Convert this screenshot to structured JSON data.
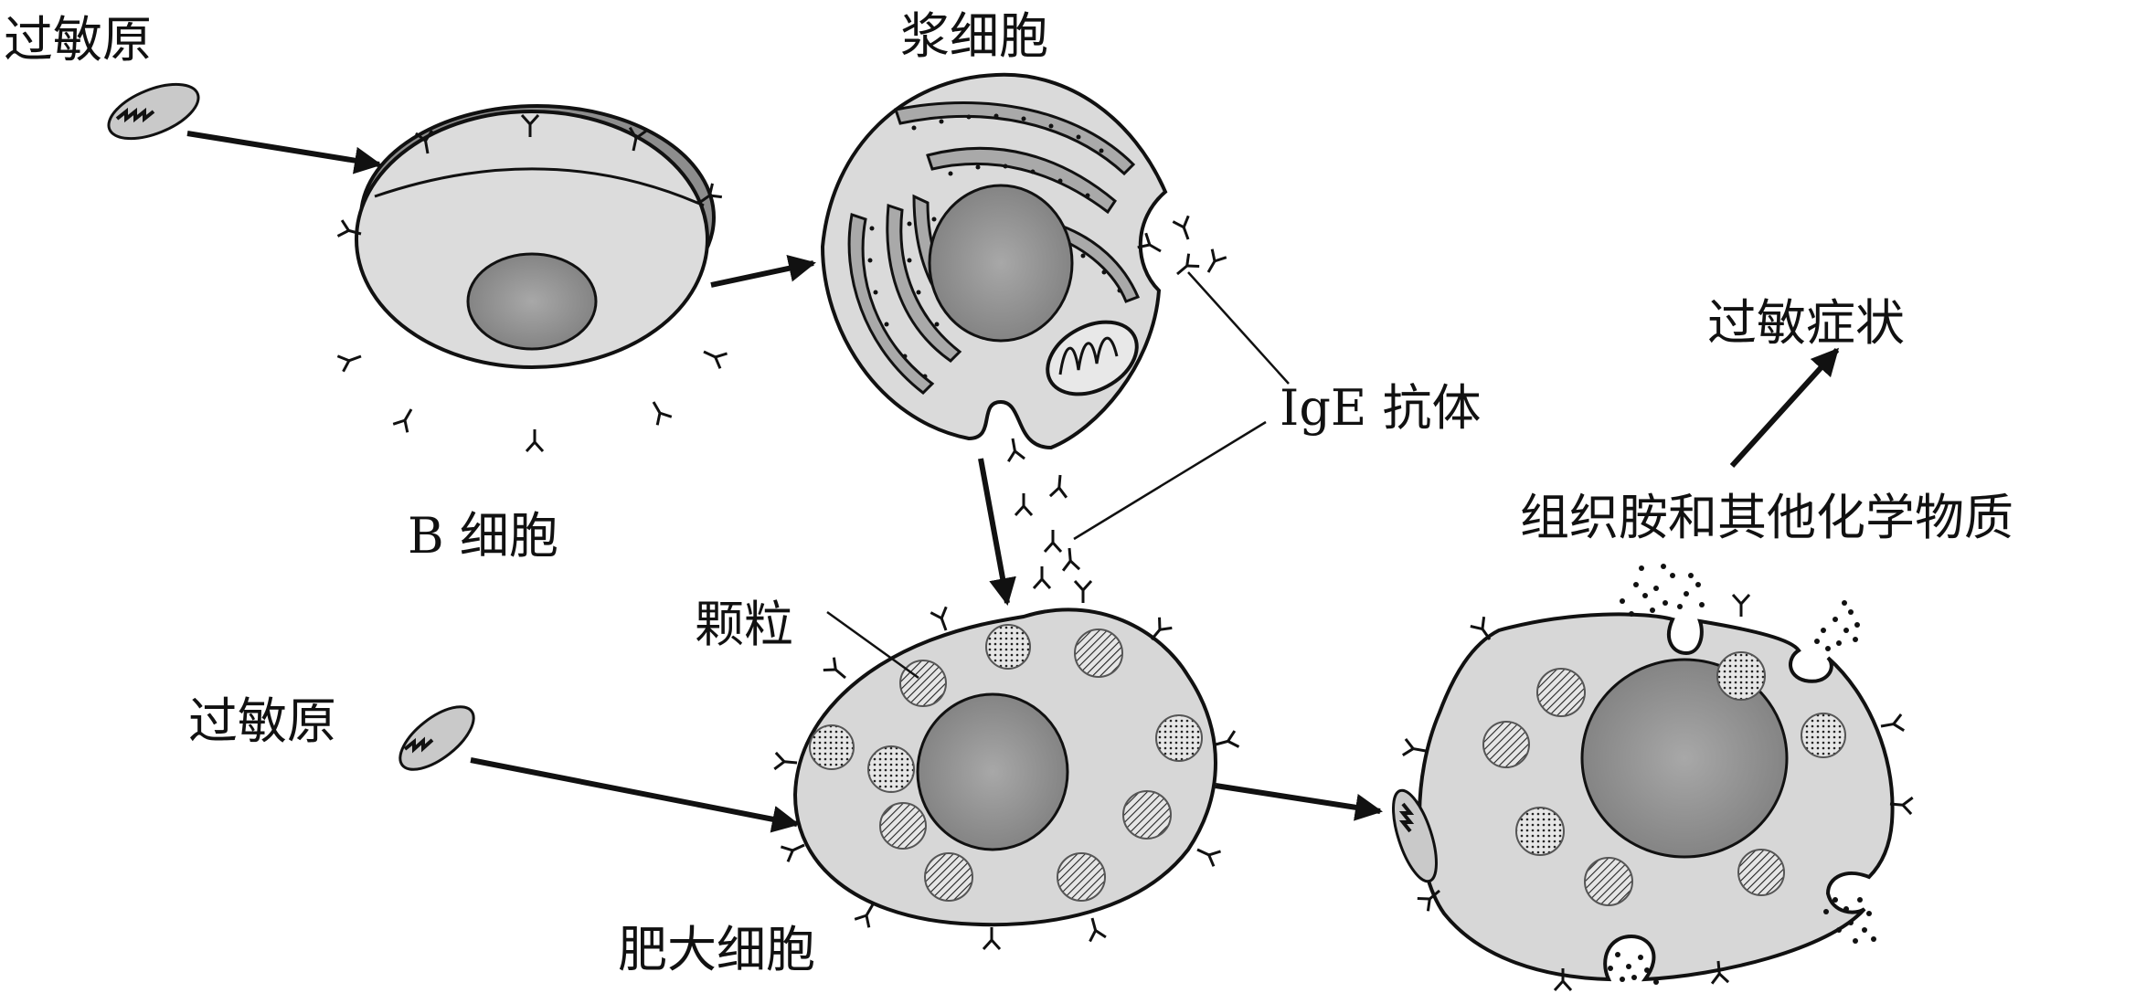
{
  "labels": {
    "allergen_top": "过敏原",
    "plasma_cell": "浆细胞",
    "b_cell": "B 细胞",
    "ige_antibody": "IgE 抗体",
    "allergy_symptoms": "过敏症状",
    "histamine": "组织胺和其他化学物质",
    "granule": "颗粒",
    "allergen_bottom": "过敏原",
    "mast_cell": "肥大细胞"
  },
  "colors": {
    "ink": "#111111",
    "cell_fill": "#d9d9d9",
    "nucleus_fill": "#9a9a9a",
    "membrane_dark": "#8a8a8a"
  }
}
